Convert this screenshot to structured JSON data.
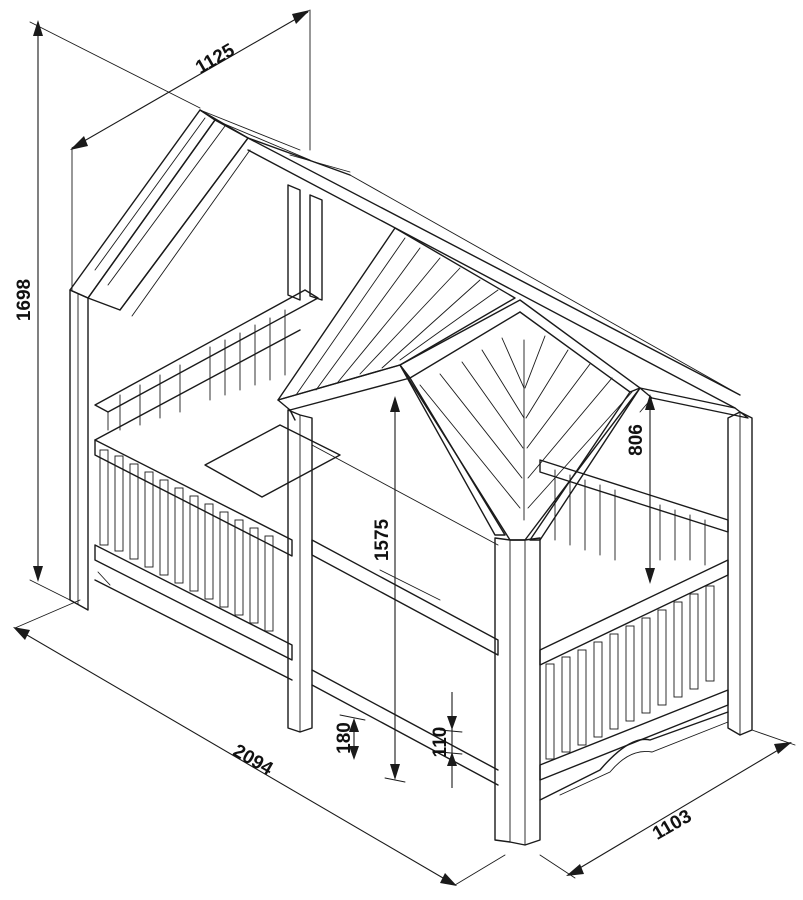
{
  "diagram": {
    "dimensions": {
      "total_height": "1698",
      "roof_width": "1125",
      "length": "2094",
      "width": "1103",
      "inner_height": "1575",
      "gable_height": "806",
      "leg_clearance": "180",
      "rail_offset": "110"
    }
  }
}
